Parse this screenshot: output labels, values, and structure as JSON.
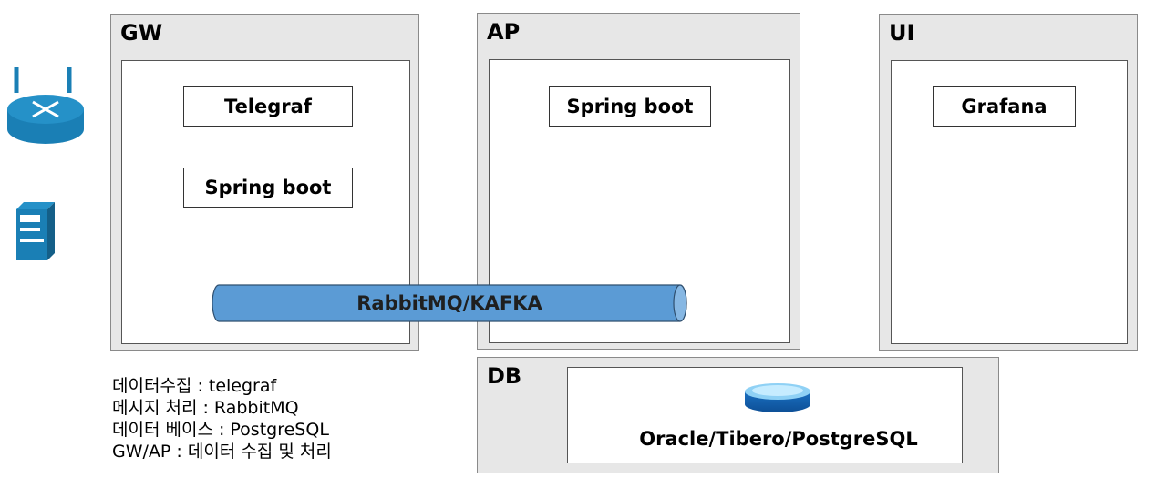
{
  "icons": {
    "router": "router-icon",
    "server": "server-icon",
    "database": "database-icon"
  },
  "colors": {
    "accent": "#1a7fb5",
    "queue": "#5b9bd5",
    "panel": "#e7e7e7"
  },
  "gw": {
    "title": "GW",
    "telegraf": "Telegraf",
    "spring": "Spring boot"
  },
  "ap": {
    "title": "AP",
    "spring": "Spring boot"
  },
  "ui": {
    "title": "UI",
    "grafana": "Grafana"
  },
  "queue": {
    "label": "RabbitMQ/KAFKA"
  },
  "db": {
    "title": "DB",
    "label": "Oracle/Tibero/PostgreSQL"
  },
  "notes": [
    "데이터수집 : telegraf",
    "메시지 처리 : RabbitMQ",
    "데이터 베이스 : PostgreSQL",
    "GW/AP : 데이터 수집 및 처리"
  ]
}
